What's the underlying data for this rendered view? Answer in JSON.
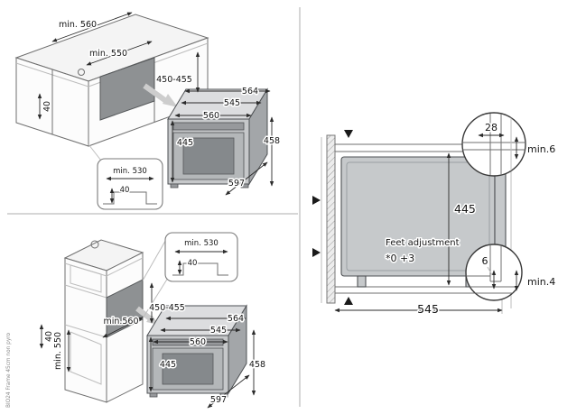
{
  "meta": {
    "footer_note": "BIO24 Frame 45cm non pyro"
  },
  "colors": {
    "background": "#ffffff",
    "line": "#6f6f6f",
    "dim_line": "#2b2b2b",
    "oven_body": "#c6c9cb",
    "niche_fill": "#8e9193",
    "text": "#141414"
  },
  "top_diagram": {
    "cabinet_dims": {
      "min_560": "min. 560",
      "min_550": "min. 550",
      "niche_height": "450-455",
      "gap_40": "40"
    },
    "plinth_detail": {
      "min_530": "min. 530",
      "height_40": "40"
    },
    "oven_dims": {
      "depth_564": "564",
      "depth_545": "545",
      "width_560": "560",
      "height_445": "445",
      "height_458": "458",
      "depth_597": "597"
    }
  },
  "bottom_diagram": {
    "plinth_detail": {
      "min_530": "min. 530",
      "height_40": "40"
    },
    "cabinet_dims": {
      "niche_height": "450-455",
      "min_560": "min.560",
      "gap_40": "40",
      "min_550": "min. 550"
    },
    "oven_dims": {
      "depth_564": "564",
      "depth_545": "545",
      "width_560": "560",
      "height_445": "445",
      "height_458": "458",
      "depth_597": "597"
    }
  },
  "side_view": {
    "frame_overlap_28": "28",
    "clearance_top": "min.6",
    "niche_height_445": "445",
    "feet_adjustment_label": "Feet adjustment",
    "feet_adjustment_range": "*0 +3",
    "gap_6": "6",
    "clearance_bottom": "min.4",
    "depth_545": "545"
  }
}
